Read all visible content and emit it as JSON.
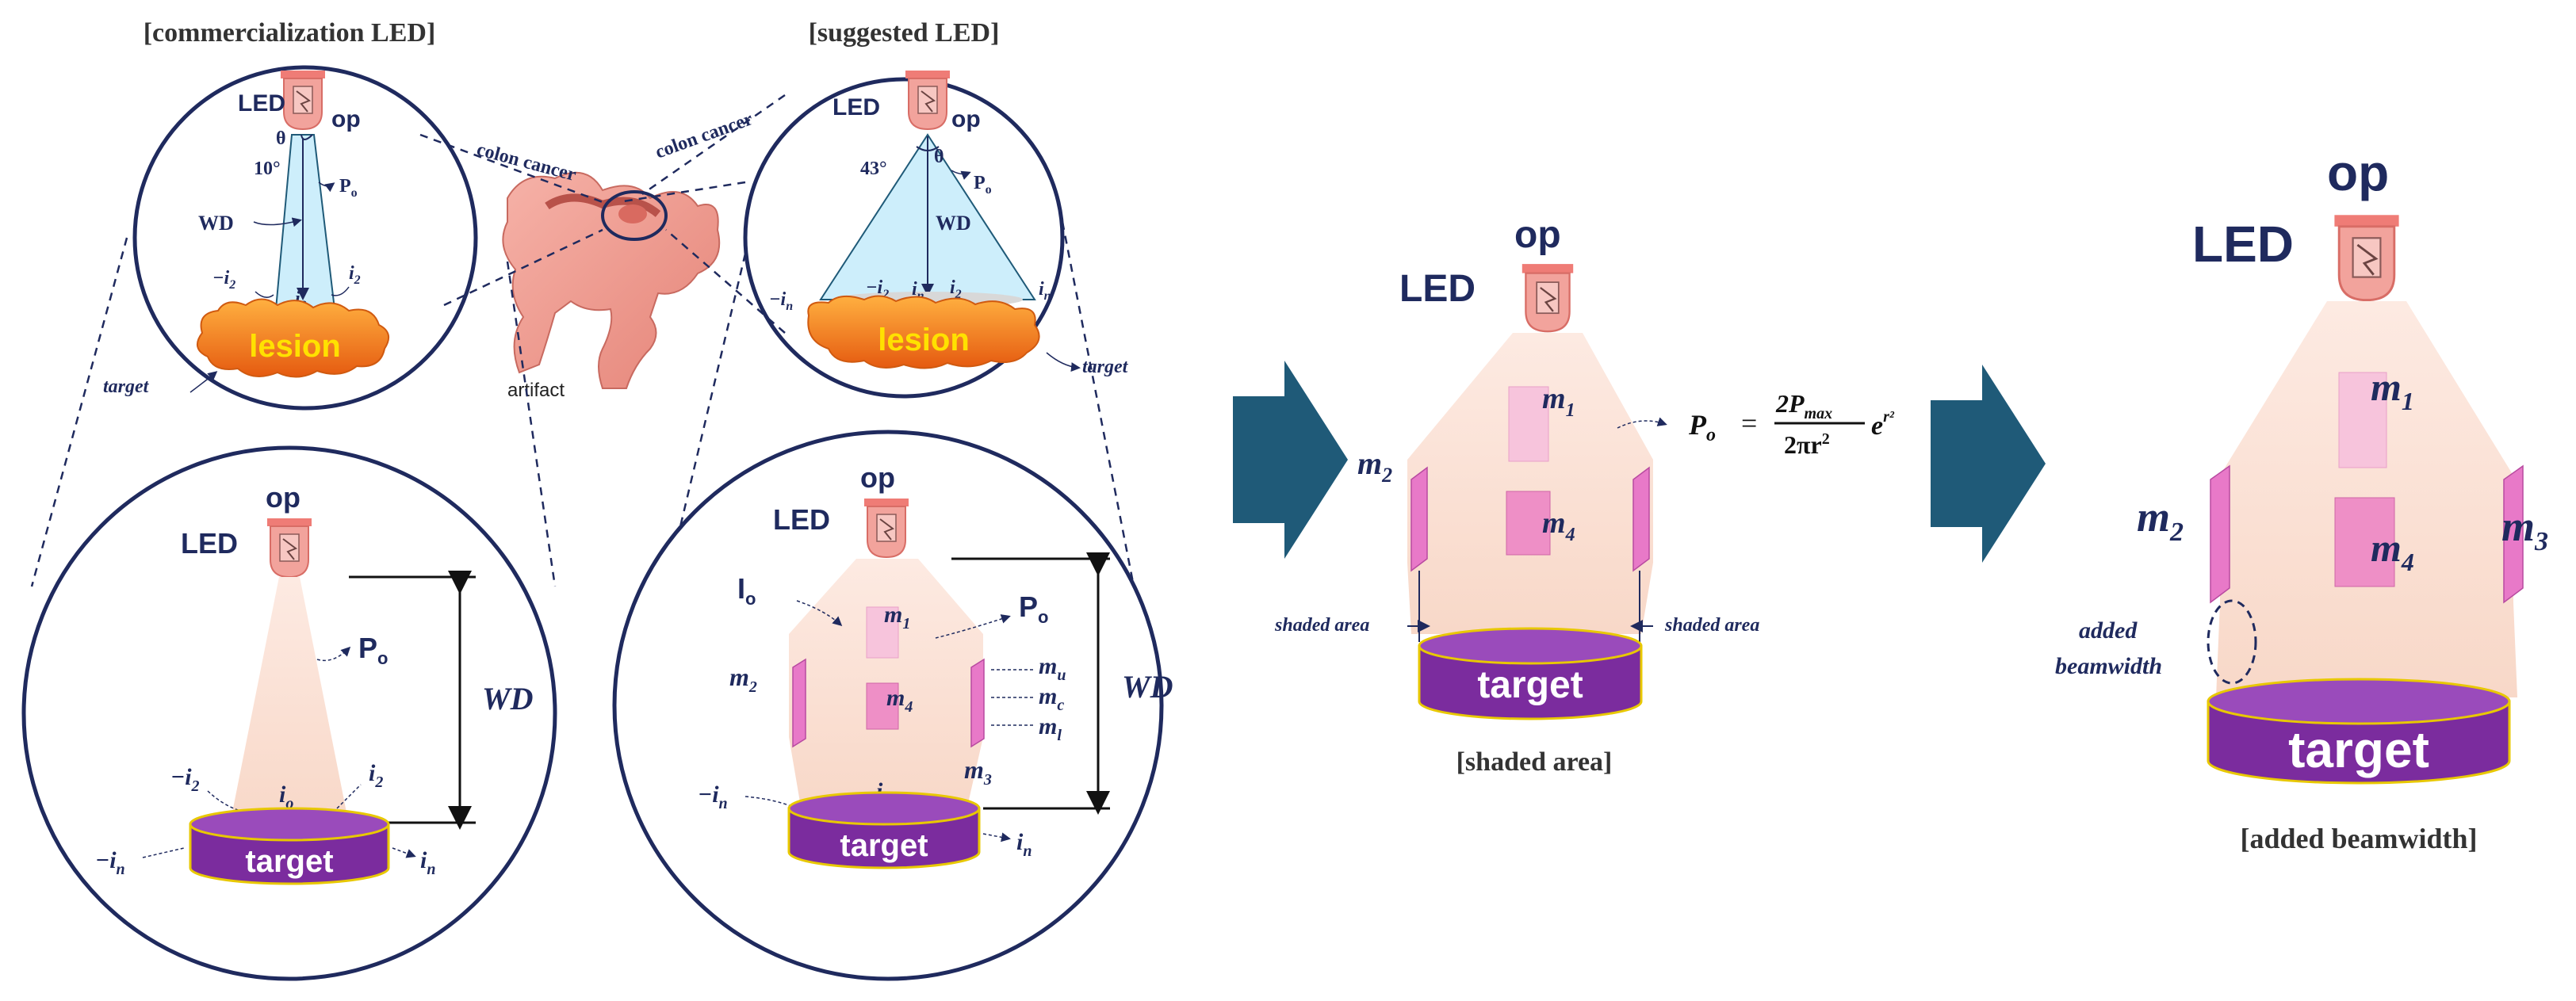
{
  "titles": {
    "commercial": "[commercialization LED]",
    "suggested": "[suggested LED]",
    "shaded": "[shaded area]",
    "added": "[added beamwidth]"
  },
  "labels": {
    "led": "LED",
    "op": "op",
    "lesion": "lesion",
    "target": "target",
    "wd": "WD",
    "theta": "θ",
    "angle_small": "10°",
    "angle_large": "43°",
    "colon_cancer": "colon cancer",
    "artifact": "artifact",
    "shaded_area": "shaded area",
    "added_beamwidth_1": "added",
    "added_beamwidth_2": "beamwidth"
  },
  "symbols": {
    "P": "P",
    "I": "I",
    "o_sub": "o",
    "i": "i",
    "m": "m",
    "minus": "−",
    "sub_0": "0",
    "sub_2": "2",
    "sub_n": "n",
    "sub_1": "1",
    "sub_3": "3",
    "sub_4": "4",
    "sub_u": "u",
    "sub_c": "c",
    "sub_l": "l"
  },
  "formula": {
    "lhs": "P",
    "lhs_sub": "o",
    "eq": "=",
    "num": "2P",
    "num_sub": "max",
    "den": "2πr",
    "den_sup": "2",
    "exp_base": "e",
    "exp_sup": "r²"
  },
  "colors": {
    "navy": "#1f2a5e",
    "arrow": "#1f5a78",
    "beam": "#fbe4da",
    "target_purple": "#7b2c9e",
    "target_top": "#9a4bbb",
    "target_rim": "#e8c800",
    "magenta": "#e879c8",
    "pink_block": "#f7b8d8",
    "lesion_orange": "#f08a2c",
    "lesion_text": "#ffe100",
    "led_pink": "#f2908a"
  }
}
